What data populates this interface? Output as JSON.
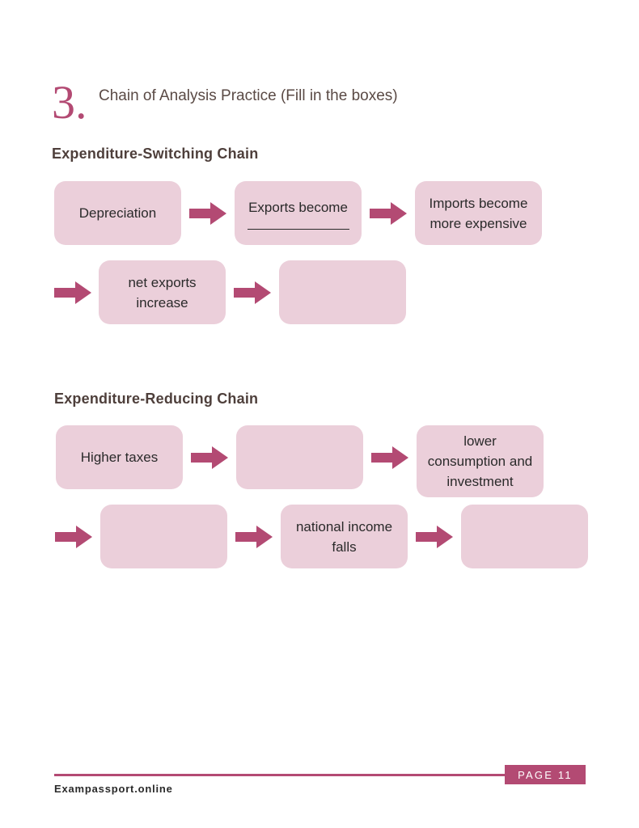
{
  "section": {
    "number": "3.",
    "title": "Chain of Analysis Practice (Fill in the boxes)"
  },
  "chain1": {
    "heading": "Expenditure-Switching Chain",
    "boxes": [
      {
        "text": "Depreciation"
      },
      {
        "text": "Exports become",
        "blank": true
      },
      {
        "text": "Imports become more expensive"
      },
      {
        "text": "net exports increase"
      },
      {
        "text": ""
      }
    ]
  },
  "chain2": {
    "heading": "Expenditure-Reducing Chain",
    "boxes": [
      {
        "text": "Higher taxes"
      },
      {
        "text": ""
      },
      {
        "text": "lower consumption and investment"
      },
      {
        "text": ""
      },
      {
        "text": "national income falls"
      },
      {
        "text": ""
      }
    ]
  },
  "footer": {
    "page_label": "PAGE 11",
    "site": "Exampassport.online"
  },
  "colors": {
    "accent": "#b34a73",
    "box_fill": "#ebcfda"
  }
}
